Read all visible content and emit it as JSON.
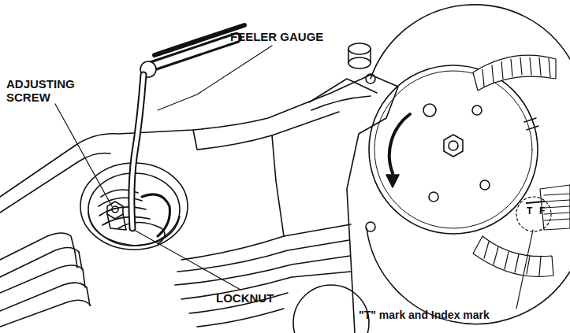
{
  "diagram": {
    "labels": [
      "ADJUSTING SCREW",
      "FEELER GAUGE",
      "LOCKNUT",
      "\"T\" mark and Index mark",
      "T",
      "F"
    ]
  }
}
